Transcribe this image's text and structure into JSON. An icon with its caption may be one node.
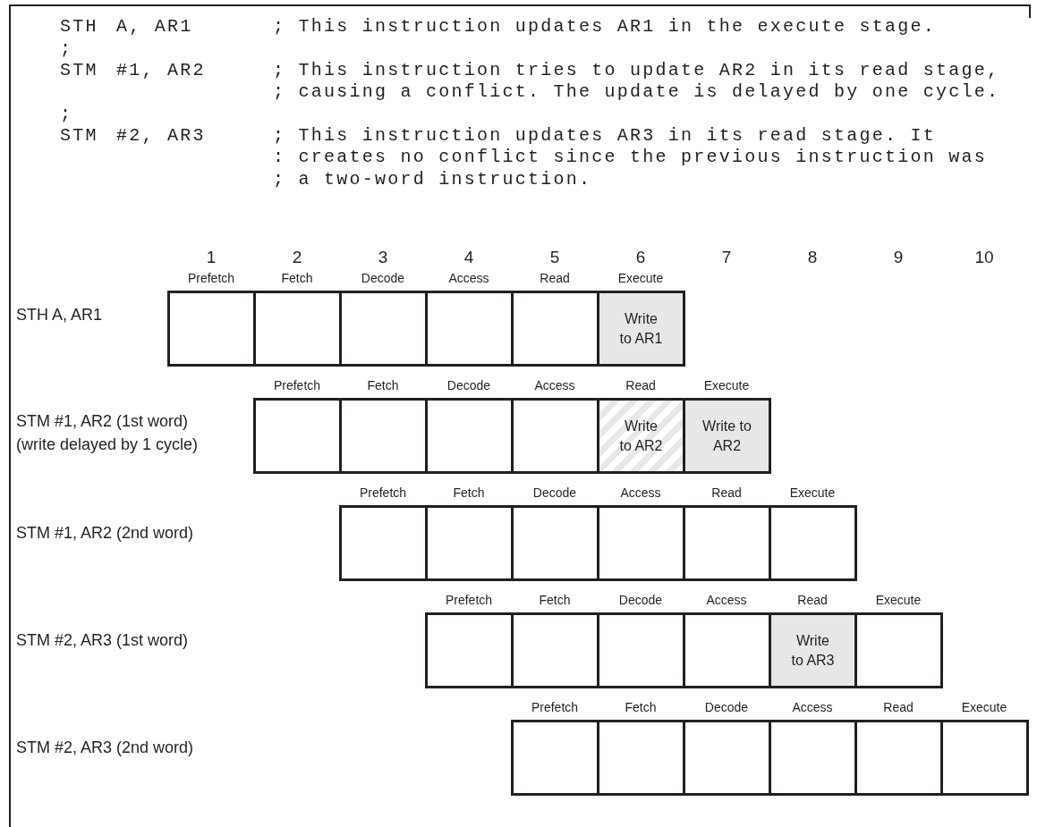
{
  "diagram": {
    "nodes": [
      {
        "text": [],
        "shape": "box",
        "beside": [
          "Prefetch"
        ]
      },
      {
        "text": [],
        "shape": "box",
        "beside": [
          "Fetch"
        ]
      },
      {
        "text": [],
        "shape": "box",
        "beside": [
          "Decode"
        ]
      },
      {
        "text": [],
        "shape": "box",
        "beside": [
          "Access"
        ]
      },
      {
        "text": [],
        "shape": "box",
        "beside": [
          "Read"
        ]
      },
      {
        "text": [
          "Write to AR1"
        ],
        "beside": [
          "Execute"
        ]
      },
      {
        "text": [],
        "shape": "box",
        "beside": [
          "Prefetch"
        ]
      },
      {
        "text": [],
        "shape": "box",
        "beside": [
          "Fetch"
        ]
      },
      {
        "text": [],
        "shape": "box",
        "beside": [
          "Decode"
        ]
      },
      {
        "text": [],
        "shape": "box",
        "beside": [
          "Access"
        ]
      },
      {
        "text": [
          "Write to AR2"
        ],
        "beside": [
          "Read"
        ]
      },
      {
        "text": [
          "Write to AR2"
        ],
        "beside": [
          "Execute"
        ]
      },
      {
        "text": [],
        "shape": "box",
        "beside": [
          "Prefetch"
        ]
      },
      {
        "text": [],
        "shape": "box",
        "beside": [
          "Fetch"
        ]
      },
      {
        "text": [],
        "shape": "box",
        "beside": [
          "Decode"
        ]
      },
      {
        "text": [],
        "shape": "box",
        "beside": [
          "Access"
        ]
      },
      {
        "text": [],
        "shape": "box",
        "beside": [
          "Read"
        ]
      },
      {
        "text": [],
        "shape": "box",
        "beside": [
          "Execute"
        ]
      },
      {
        "text": [],
        "shape": "box",
        "beside": [
          "Prefetch"
        ]
      },
      {
        "text": [],
        "shape": "box",
        "beside": [
          "Fetch"
        ]
      },
      {
        "text": [],
        "shape": "box",
        "beside": [
          "Decode"
        ]
      },
      {
        "text": [],
        "shape": "box",
        "beside": [
          "Access"
        ]
      },
      {
        "text": [
          "Write to AR3"
        ],
        "beside": [
          "Read"
        ]
      },
      {
        "text": [],
        "shape": "box",
        "beside": [
          "Execute"
        ]
      },
      {
        "text": [],
        "shape": "box",
        "beside": [
          "Prefetch"
        ]
      },
      {
        "text": [],
        "shape": "box",
        "beside": [
          "Fetch"
        ]
      },
      {
        "text": [],
        "shape": "box",
        "beside": [
          "Decode"
        ]
      },
      {
        "text": [],
        "shape": "box",
        "beside": [
          "Access"
        ]
      },
      {
        "text": [],
        "shape": "box",
        "beside": [
          "Read"
        ]
      },
      {
        "text": [],
        "shape": "box",
        "beside": [
          "Execute"
        ]
      }
    ],
    "edges": [],
    "labels": [
      "STH",
      "A, AR1",
      "; This instruction updates AR1 in the execute stage.",
      ";",
      "STM",
      "#1, AR2",
      "; This instruction tries to update AR2 in its read stage,",
      "; causing a conflict. The update is delayed by one cycle.",
      ";",
      "STM",
      "#2, AR3",
      "; This instruction updates AR3 in its read stage. It",
      ": creates no conflict since the previous instruction was",
      "; a two-word instruction.",
      "1",
      "2",
      "3",
      "4",
      "5",
      "6",
      "7",
      "8",
      "9",
      "10",
      "STH A, AR1",
      "STM #1, AR2 (1st word)",
      "(write delayed by 1 cycle)",
      "STM #1, AR2 (2nd word)",
      "STM #2, AR3 (1st word)",
      "STM #2, AR3 (2nd word)"
    ]
  }
}
